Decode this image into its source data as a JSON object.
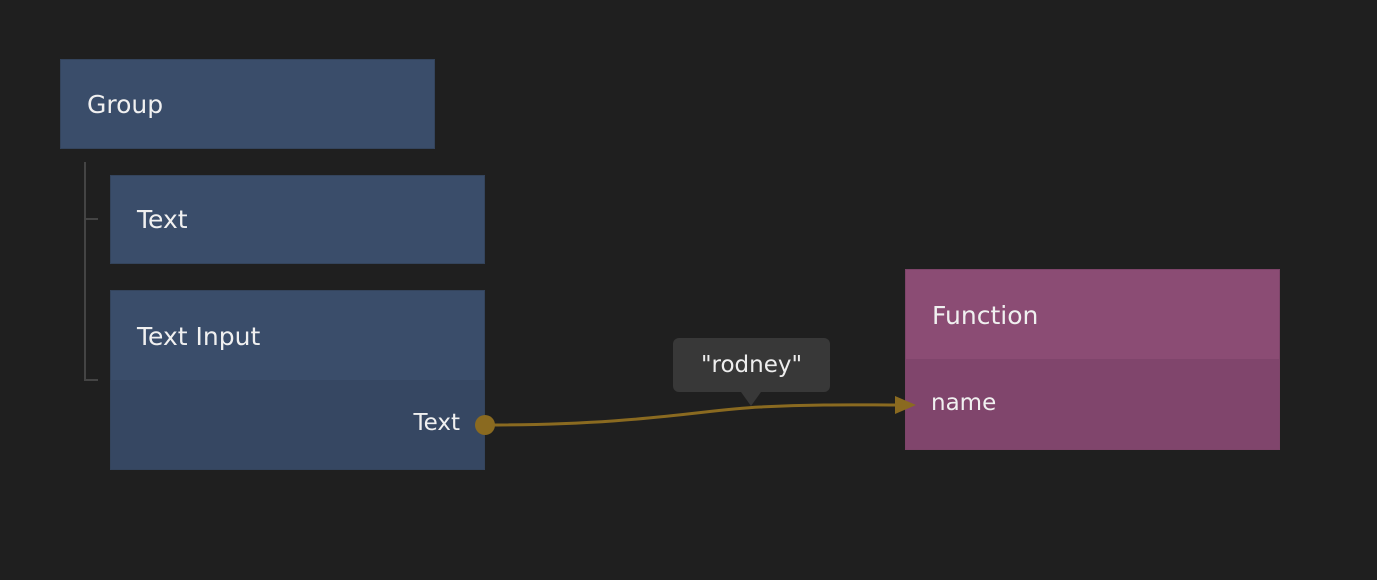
{
  "nodes": {
    "group": {
      "title": "Group"
    },
    "text": {
      "title": "Text"
    },
    "text_input": {
      "title": "Text Input",
      "output_port": "Text"
    },
    "function": {
      "title": "Function",
      "input_port": "name"
    }
  },
  "connection": {
    "value_tooltip": "\"rodney\"",
    "color": "#8a6a20"
  },
  "colors": {
    "canvas": "#1f1f1f",
    "visual_node": "#3a4d6a",
    "function_node": "#8b4c74"
  }
}
